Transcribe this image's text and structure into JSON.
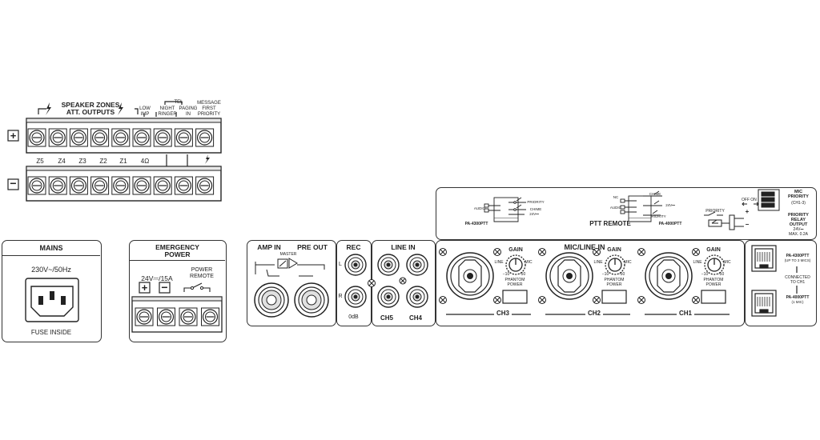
{
  "terminal_block": {
    "speaker_zones_line1": "SPEAKER ZONES",
    "speaker_zones_line2": "ATT. OUTPUTS",
    "low_imp": [
      "LOW",
      "IMP"
    ],
    "tel": "TEL",
    "night_ringer": [
      "NIGHT",
      "RINGER"
    ],
    "paging_in": [
      "PAGING",
      "IN"
    ],
    "message_first_priority": [
      "MESSAGE",
      "FIRST",
      "PRIORITY"
    ],
    "zones": [
      "Z5",
      "Z4",
      "Z3",
      "Z2",
      "Z1",
      "4Ω"
    ],
    "plus_sign": "+",
    "minus_sign": "−"
  },
  "mains": {
    "title": "MAINS",
    "voltage": "230V~/50Hz",
    "fuse": "FUSE INSIDE"
  },
  "emergency_power": {
    "title_line1": "EMERGENCY",
    "title_line2": "POWER",
    "rating": "24V⎓/15A",
    "power_remote": [
      "POWER",
      "REMOTE"
    ],
    "plus_sign": "+",
    "minus_sign": "−"
  },
  "amp": {
    "amp_in": "AMP IN",
    "pre_out": "PRE OUT",
    "master": "MASTER"
  },
  "rec": {
    "title": "REC",
    "left": "L",
    "right": "R",
    "level": "0dB"
  },
  "line_in": {
    "title": "LINE IN",
    "ch5": "CH5",
    "ch4": "CH4"
  },
  "mic_line_in": {
    "title": "MIC/LINE IN",
    "gain": "GAIN",
    "line": "LINE",
    "mic": "MIC",
    "min_label": "−10",
    "max_label": "−50",
    "phantom": [
      "PHANTOM",
      "POWER"
    ],
    "channels": [
      "CH3",
      "CH2",
      "CH1"
    ]
  },
  "ptt_remote": {
    "title": "PTT REMOTE",
    "model_a": "PA-4300PTT",
    "model_b": "PA-4000PTT",
    "audio": "AUDIO",
    "priority": "PRIORITY",
    "chime": "CHIME",
    "v24": "24V⎓",
    "nc": "NC",
    "priority_switch": "PRIORITY",
    "off": "OFF",
    "on": "ON",
    "plus": "+",
    "minus": "−"
  },
  "mic_priority": {
    "title_line1": "MIC",
    "title_line2": "PRIORITY",
    "channels": "(CH1-3)",
    "relay_line1": "PRIORITY",
    "relay_line2": "RELAY",
    "relay_line3": "OUTPUT",
    "relay_rating_1": "24V⎓",
    "relay_rating_2": "MAX. 0.2A"
  },
  "rj45_ports": {
    "top_model": "PA-4300PTT",
    "top_note": "(UP TO 3 MICS)",
    "connected_line1": "CONNECTED",
    "connected_line2": "TO CH1",
    "bottom_model": "PA-4000PTT",
    "bottom_note": "(1 MIC)"
  }
}
